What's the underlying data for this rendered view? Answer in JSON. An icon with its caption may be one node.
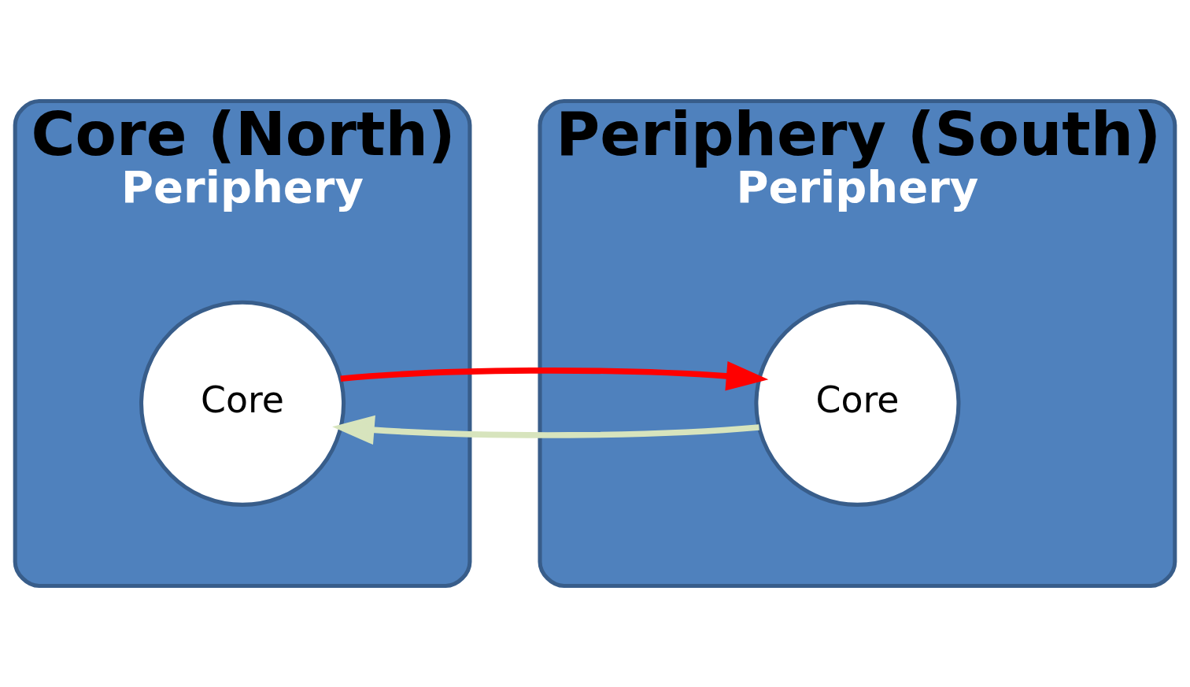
{
  "diagram": {
    "nodes": [
      {
        "text": [
          "Core (North)",
          "Periphery"
        ]
      },
      {
        "text": [
          "Core"
        ],
        "in": 0
      },
      {
        "text": [
          "Periphery (South)",
          "Periphery"
        ]
      },
      {
        "text": [
          "Core"
        ],
        "in": 2
      }
    ],
    "edges": [
      {
        "from": 3,
        "to": 1,
        "arrow": "to",
        "color": "#d7e4bd"
      },
      {
        "from": 1,
        "to": 3,
        "arrow": "to",
        "color": "#ff0000"
      }
    ]
  }
}
